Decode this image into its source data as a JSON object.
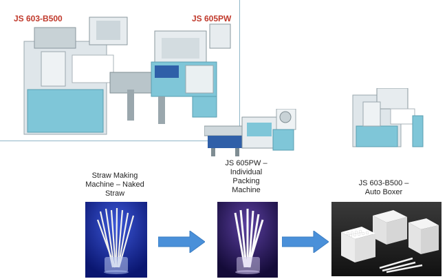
{
  "labels": {
    "machine_left": "JS 603-B500",
    "machine_right": "JS 605PW"
  },
  "captions": {
    "straw_making": [
      "Straw Making",
      "Machine – Naked",
      "Straw"
    ],
    "individual_packing": [
      "JS 605PW –",
      "Individual",
      "Packing",
      "Machine"
    ],
    "auto_boxer": [
      "JS 603-B500 –",
      "Auto Boxer"
    ]
  },
  "colors": {
    "label_red": "#c0392b",
    "arrow_blue": "#4a90d9",
    "machine_teal": "#7fc6d8",
    "divider": "#8fb6c8"
  },
  "icons": [
    "right-arrow-icon",
    "right-arrow-icon"
  ]
}
